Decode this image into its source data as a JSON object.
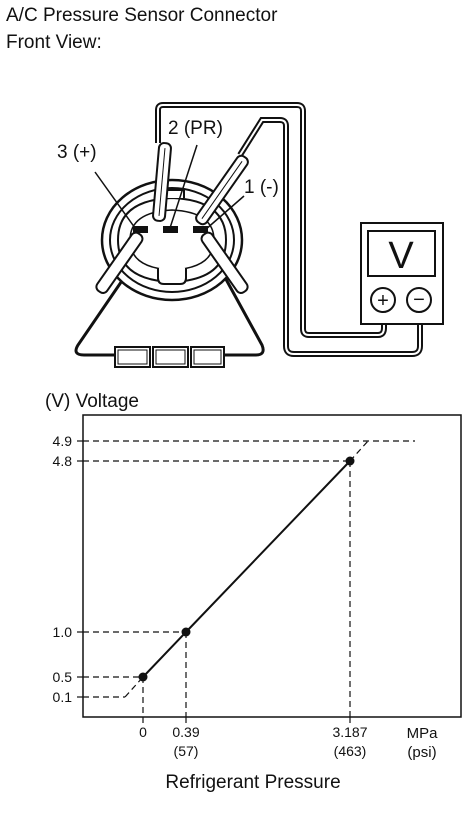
{
  "header": {
    "title": "A/C Pressure Sensor Connector",
    "subtitle": "Front View:"
  },
  "connector": {
    "pins": [
      {
        "label": "3 (+)"
      },
      {
        "label": "2 (PR)"
      },
      {
        "label": "1 (-)"
      }
    ]
  },
  "meter": {
    "display": "V",
    "plus_symbol": "+",
    "minus_symbol": "−"
  },
  "chart_data": {
    "type": "line",
    "ylabel": "(V)  Voltage",
    "xlabel": "Refrigerant Pressure",
    "x_unit": "MPa",
    "x_unit_alt": "(psi)",
    "series": [
      {
        "x": [
          0,
          0.39,
          3.187
        ],
        "y": [
          0.5,
          1.0,
          4.8
        ]
      }
    ],
    "extrapolated": [
      [
        -0.2,
        0.1
      ],
      [
        0,
        0.5
      ],
      [
        3.187,
        4.8
      ],
      [
        3.35,
        4.9
      ]
    ],
    "x_ticks": [
      {
        "value": 0,
        "label": "0",
        "sublabel": ""
      },
      {
        "value": 0.39,
        "label": "0.39",
        "sublabel": "(57)"
      },
      {
        "value": 3.187,
        "label": "3.187",
        "sublabel": "(463)"
      }
    ],
    "y_ticks": [
      {
        "value": 4.9,
        "label": "4.9"
      },
      {
        "value": 4.8,
        "label": "4.8"
      },
      {
        "value": 1.0,
        "label": "1.0"
      },
      {
        "value": 0.5,
        "label": "0.5"
      },
      {
        "value": 0.1,
        "label": "0.1"
      }
    ],
    "grid": false
  }
}
